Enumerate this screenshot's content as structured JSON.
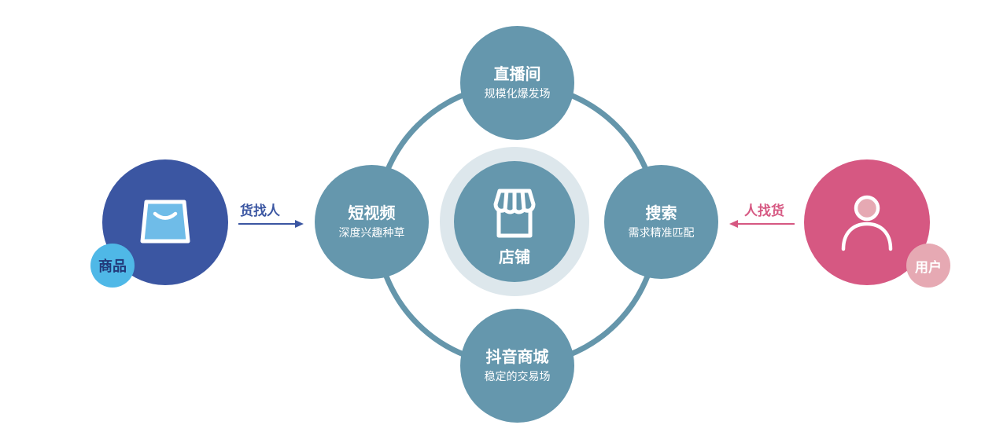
{
  "nodes": {
    "top": {
      "title": "直播间",
      "subtitle": "规模化爆发场"
    },
    "left": {
      "title": "短视频",
      "subtitle": "深度兴趣种草"
    },
    "right": {
      "title": "搜索",
      "subtitle": "需求精准匹配"
    },
    "bottom": {
      "title": "抖音商城",
      "subtitle": "稳定的交易场"
    }
  },
  "center": {
    "title": "店铺",
    "icon": "storefront-icon"
  },
  "goods": {
    "badge": "商品",
    "icon": "shopping-bag-icon",
    "flow_label": "货找人"
  },
  "user": {
    "badge": "用户",
    "icon": "user-icon",
    "flow_label": "人找货"
  },
  "colors": {
    "ring": "#6596ab",
    "node": "#6597ad",
    "halo": "#dde7ec",
    "goods": "#3b56a2",
    "goods_badge": "#4fb8e7",
    "user": "#d65882",
    "user_badge": "#e6a9b3"
  }
}
